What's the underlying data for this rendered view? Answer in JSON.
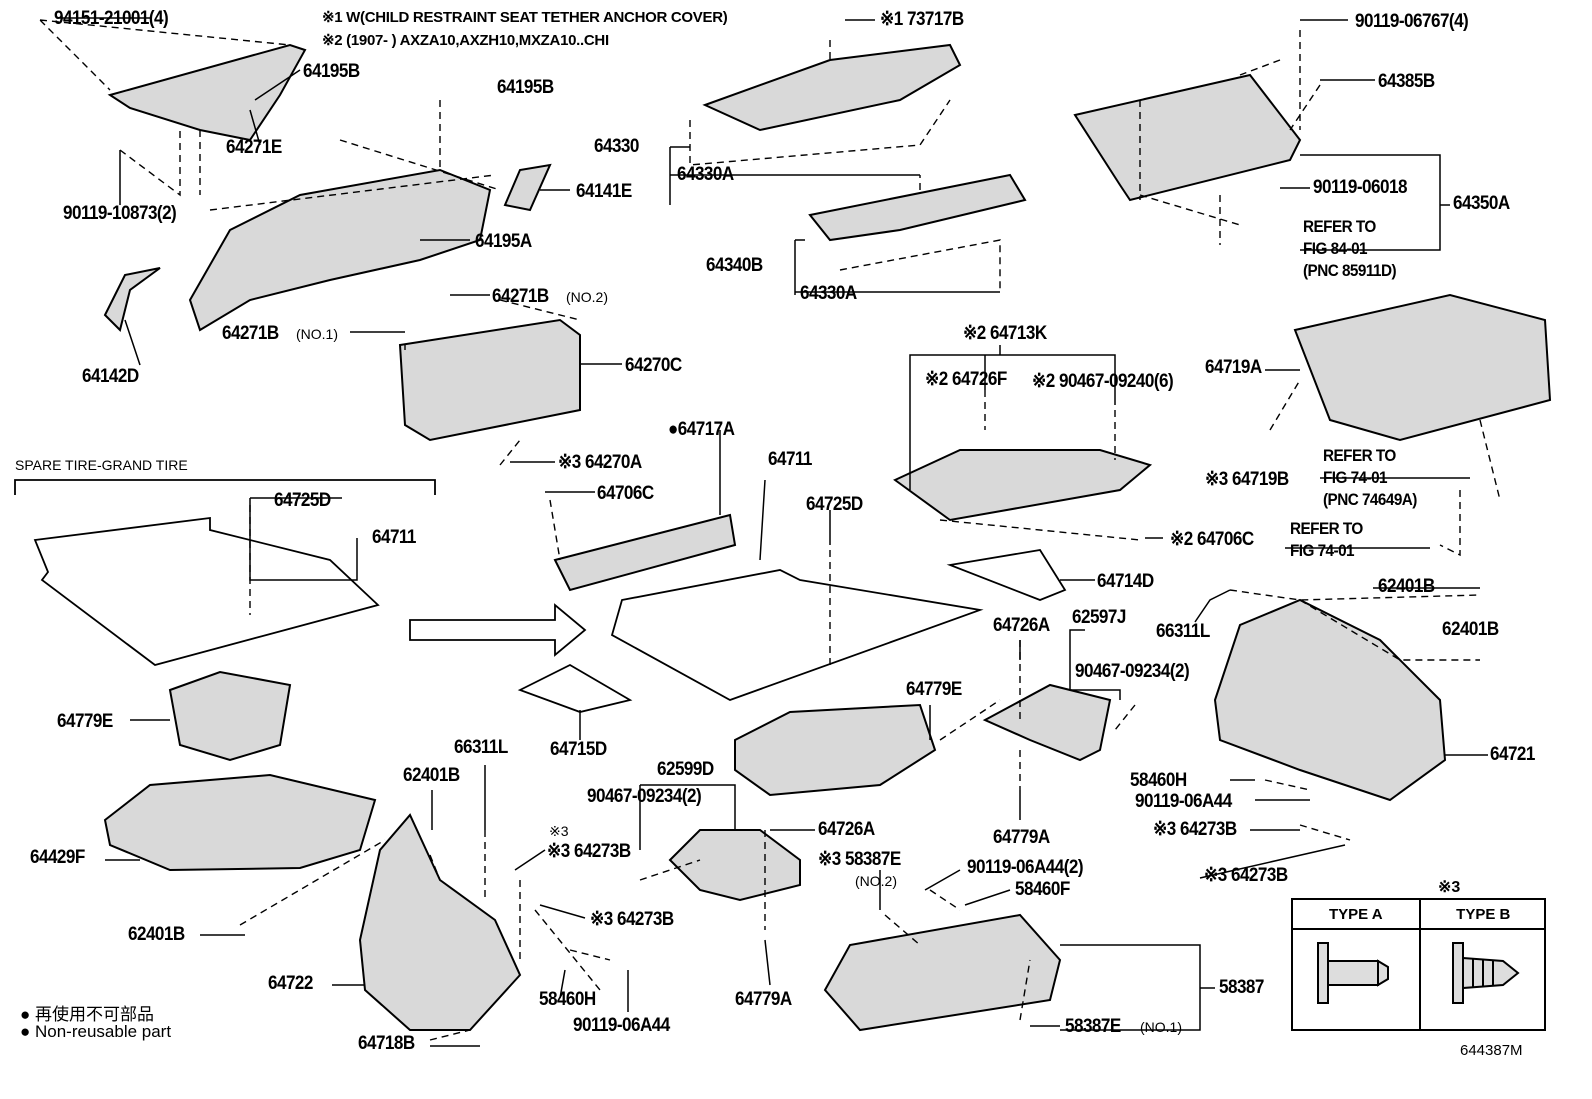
{
  "notes": {
    "note1": "※1 W(CHILD RESTRAINT SEAT TETHER ANCHOR COVER)",
    "note2": "※2 (1907-        ) AXZA10,AXZH10,MXZA10..CHI"
  },
  "section_title": "SPARE TIRE-GRAND TIRE",
  "labels": [
    "94151-21001(4)",
    "64195B",
    "64195B",
    "64271E",
    "90119-10873(2)",
    "64141E",
    "64195A",
    "64142D",
    "64271B",
    "64271B",
    "64270C",
    "※3 64270A",
    "●64717A",
    "64706C",
    "64711",
    "64725D",
    "64725D",
    "64711",
    "64330",
    "64330A",
    "64340B",
    "64330A",
    "※1 73717B",
    "90119-06767(4)",
    "64385B",
    "90119-06018",
    "64350A",
    "※2 64713K",
    "※2 64726F",
    "※2 90467-09240(6)",
    "64719A",
    "※3 64719B",
    "※2 64706C",
    "64714D",
    "62401B",
    "66311L",
    "62401B",
    "64726A",
    "62597J",
    "90467-09234(2)",
    "64779E",
    "64779E",
    "64715D",
    "66311L",
    "62401B",
    "62599D",
    "90467-09234(2)",
    "64721",
    "58460H",
    "90119-06A44",
    "※3 64273B",
    "※3 64273B",
    "64779A",
    "64726A",
    "※3 58387E",
    "90119-06A44(2)",
    "58460F",
    "※3 64273B",
    "※3 64273B",
    "64429F",
    "62401B",
    "64722",
    "58387",
    "58460H",
    "90119-06A44",
    "64779A",
    "58387E",
    "64718B"
  ],
  "small_labels": [
    "(NO.2)",
    "(NO.1)",
    "(NO.2)",
    "(NO.1)",
    "※3"
  ],
  "refer_notes": [
    [
      "REFER TO",
      "FIG 84-01",
      "(PNC 85911D)"
    ],
    [
      "REFER TO",
      "FIG 74-01",
      "(PNC 74649A)"
    ],
    [
      "REFER TO",
      "FIG 74-01"
    ]
  ],
  "type_table": {
    "mark": "※3",
    "type_a": "TYPE A",
    "type_b": "TYPE B"
  },
  "legend": {
    "jp": "● 再使用不可部品",
    "en": "● Non-reusable part"
  },
  "illustration_code": "644387M"
}
